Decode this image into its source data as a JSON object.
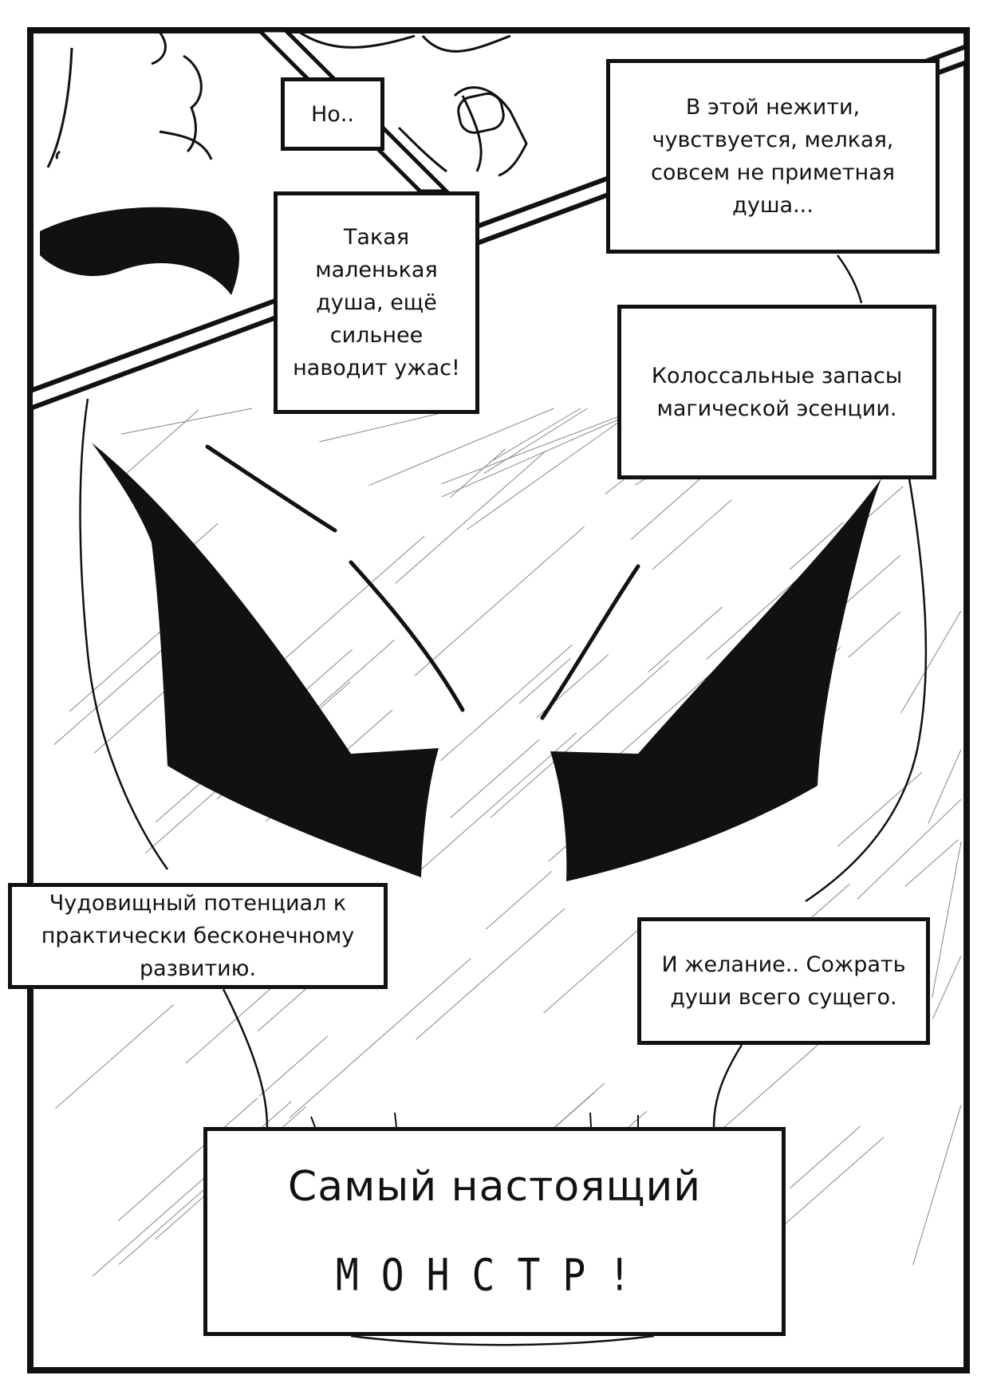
{
  "captions": {
    "but": "Но..",
    "undead": "В этой нежити,\nчувствуется, мелкая,\nсовсем не приметная\nдуша...",
    "small_soul": "Такая\nмаленькая\nдуша, ещё\nсильнее\nнаводит ужас!",
    "reserves": "Колоссальные запасы\nмагической эсенции.",
    "potential": "Чудовищный потенциал к\nпрактически бесконечному\nразвитию.",
    "desire": "И желание.. Сожрать\nдуши всего сущего.",
    "final_line1": "Самый настоящий",
    "final_line2": "МОНСТР!"
  },
  "colors": {
    "ink": "#111111",
    "paper": "#ffffff"
  }
}
